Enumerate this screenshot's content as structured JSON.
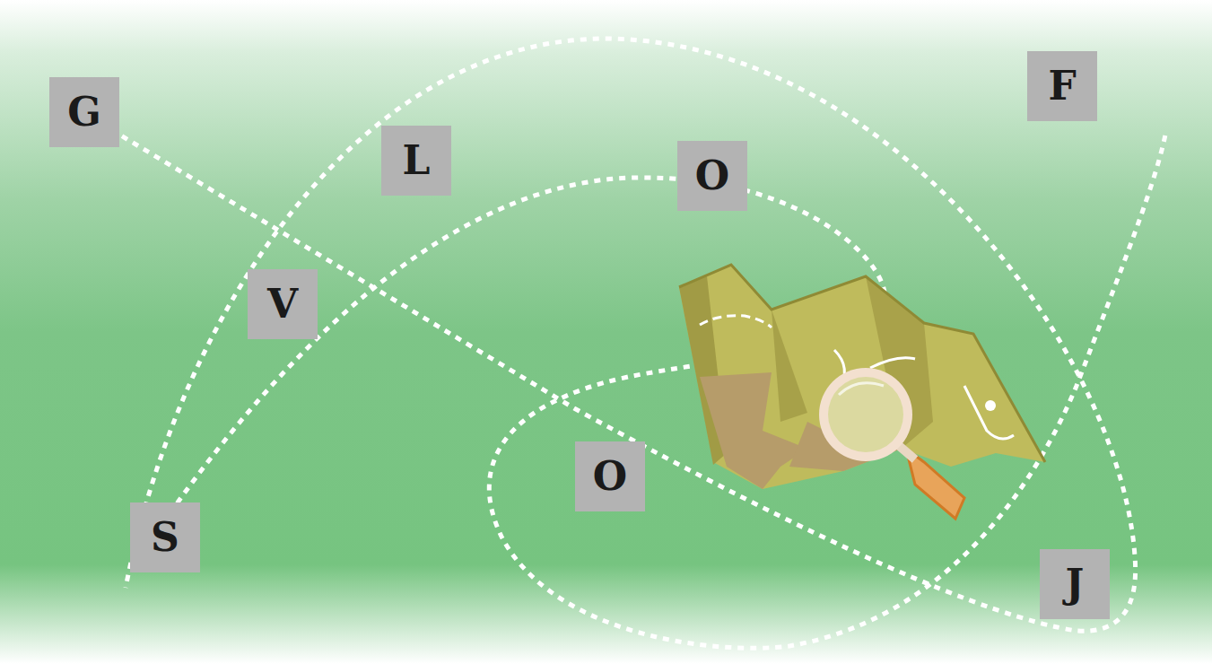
{
  "diagram": {
    "nodes": [
      {
        "text": [
          "G"
        ]
      },
      {
        "text": [
          "L"
        ]
      },
      {
        "text": [
          "O"
        ]
      },
      {
        "text": [
          "F"
        ]
      },
      {
        "text": [
          "V"
        ]
      },
      {
        "text": [
          "O"
        ]
      },
      {
        "text": [
          "S"
        ]
      },
      {
        "text": [
          "J"
        ]
      }
    ]
  }
}
